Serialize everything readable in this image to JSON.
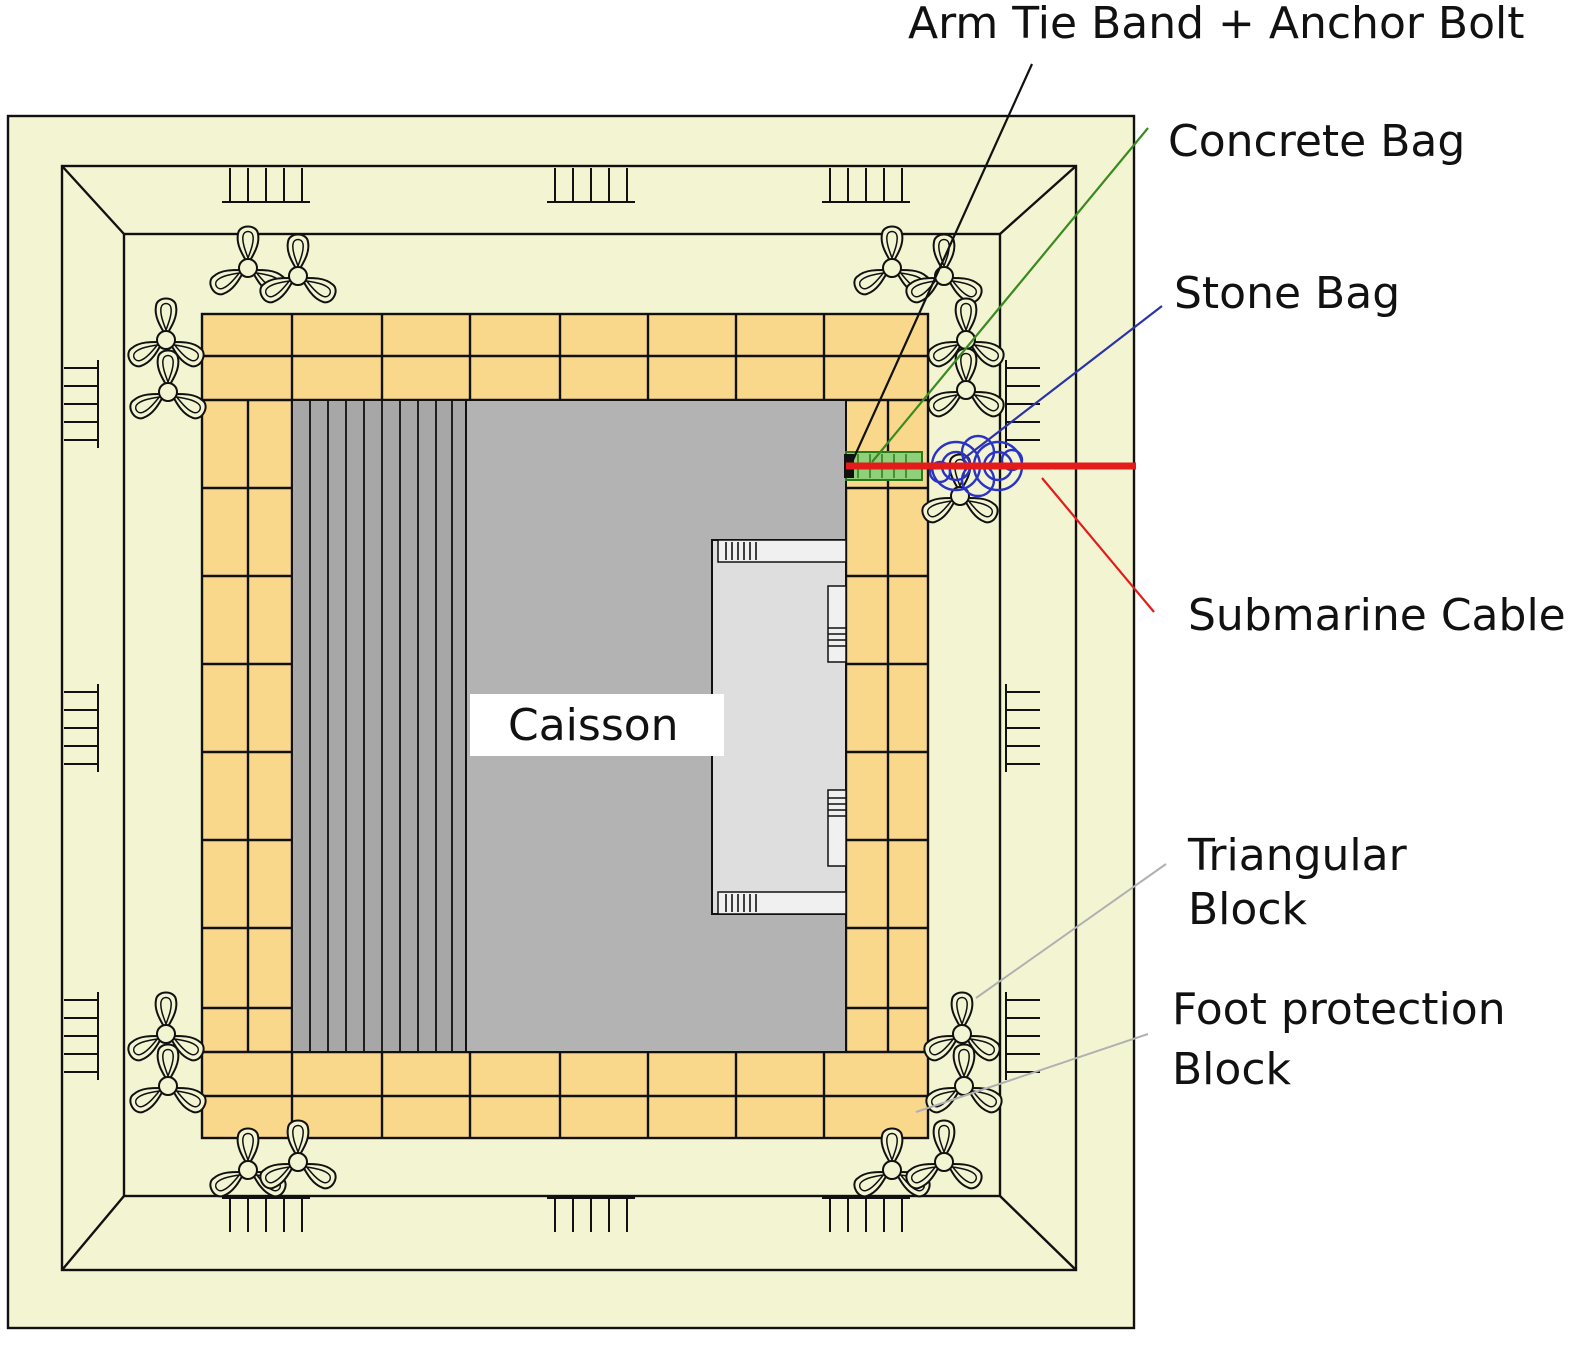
{
  "labels": {
    "arm_tie_band": "Arm Tie Band + Anchor Bolt",
    "concrete_bag": "Concrete Bag",
    "stone_bag": "Stone Bag",
    "submarine_cable": "Submarine Cable",
    "triangular_block_1": "Triangular",
    "triangular_block_2": "Block",
    "foot_protection_1": "Foot protection",
    "foot_protection_2": "Block",
    "caisson": "Caisson"
  },
  "colors": {
    "background_pad": "#f3f5d2",
    "foot_block": "#fad88b",
    "caisson": "#b3b3b3",
    "caisson_inner": "#dedede",
    "leader_arm_tie": "#111111",
    "leader_concrete": "#3a8a1f",
    "leader_stone": "#2a33a8",
    "leader_cable": "#e31b1b",
    "leader_triangular": "#b0b0b0",
    "leader_foot": "#b0b0b0",
    "stone_bag": "#2a33c8",
    "cable": "#e31b1b"
  },
  "icons": {
    "triangular_block": "tripod-block-icon"
  }
}
